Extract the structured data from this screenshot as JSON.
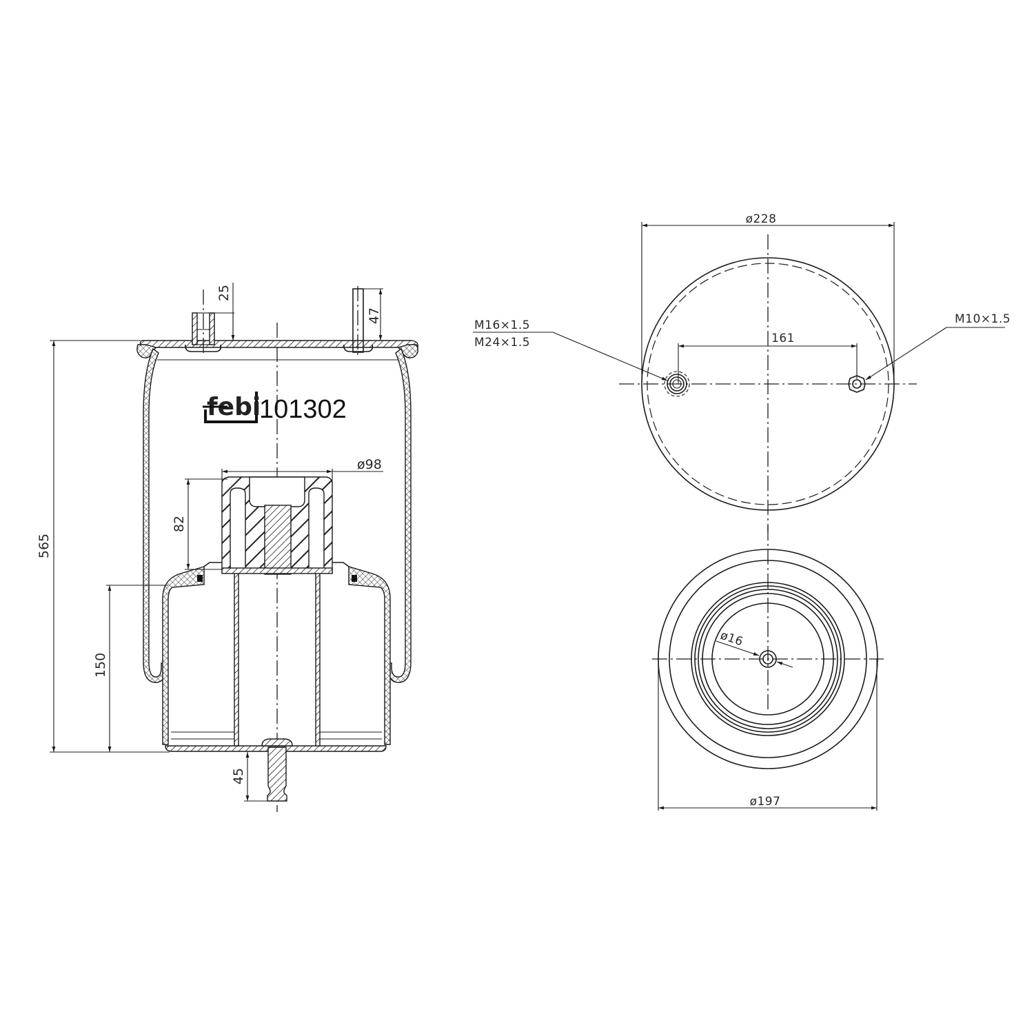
{
  "drawing": {
    "brand": "febi",
    "part_number": "101302",
    "views": {
      "side_section": {
        "dimensions": {
          "overall_height": "565",
          "piston_height": "150",
          "top_fitting_height": "25",
          "top_stud_height": "47",
          "bumper_height": "82",
          "bumper_diameter": "ø98",
          "bottom_stud_length": "45"
        }
      },
      "top_view": {
        "dimensions": {
          "outer_diameter": "ø228",
          "fitting_spacing": "161"
        },
        "callouts": {
          "left_thread_1": "M16×1.5",
          "left_thread_2": "M24×1.5",
          "right_thread": "M10×1.5"
        }
      },
      "bottom_view": {
        "dimensions": {
          "piston_diameter": "ø197",
          "center_hole": "ø16"
        }
      }
    }
  },
  "colors": {
    "line": "#1a1a1a",
    "background": "#ffffff"
  }
}
